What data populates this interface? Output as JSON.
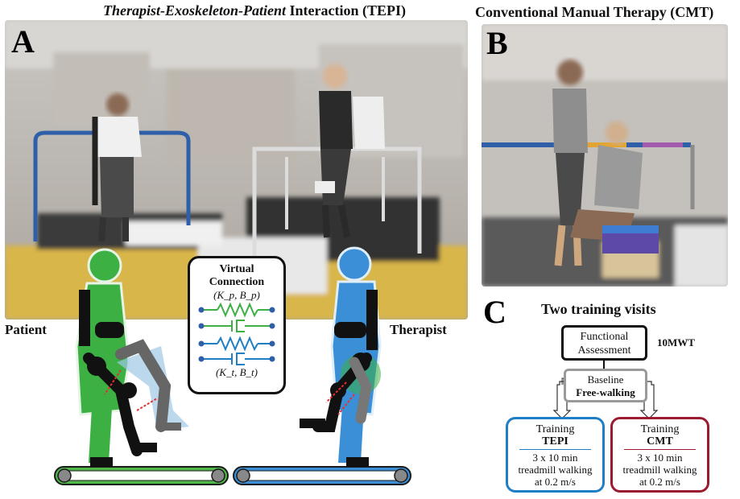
{
  "panel_a": {
    "title_italic": "Therapist-Exoskeleton-Patient",
    "title_rest": " Interaction (TEPI)",
    "letter": "A",
    "left_label": "Patient",
    "right_label": "Therapist",
    "virtual_box": {
      "line1": "Virtual",
      "line2": "Connection",
      "params_patient": "(K_p, B_p)",
      "params_therapist": "(K_t, B_t)"
    }
  },
  "panel_b": {
    "title": "Conventional Manual Therapy (CMT)",
    "letter": "B"
  },
  "panel_c": {
    "letter": "C",
    "title": "Two training visits",
    "assessment": {
      "line1": "Functional",
      "line2": "Assessment",
      "side": "10MWT"
    },
    "baseline": {
      "line1": "Baseline",
      "line2": "Free-walking"
    },
    "tepi": {
      "line1": "Training",
      "line2": "TEPI",
      "d1": "3 x 10 min",
      "d2": "treadmill walking",
      "d3": "at 0.2 m/s"
    },
    "cmt": {
      "line1": "Training",
      "line2": "CMT",
      "d1": "3 x 10 min",
      "d2": "treadmill walking",
      "d3": "at 0.2 m/s"
    }
  },
  "colors": {
    "patient_green": "#3cb043",
    "therapist_blue": "#3a8fd6",
    "tepi_blue": "#1f7fc4",
    "cmt_red": "#9b1b30",
    "baseline_gray": "#9a9a9a"
  }
}
